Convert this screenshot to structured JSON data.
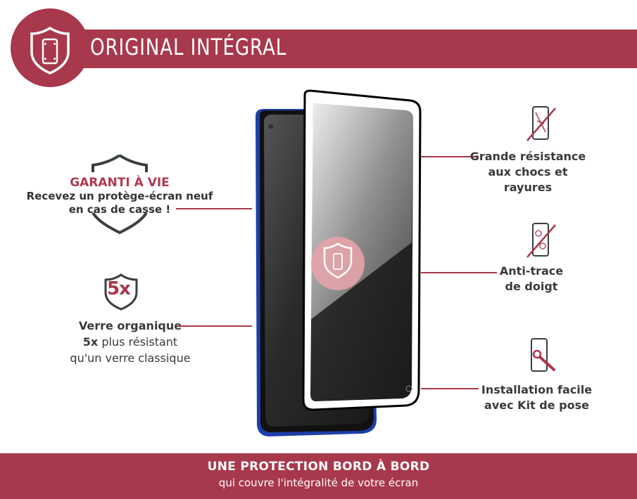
{
  "header": {
    "title": "ORIGINAL INTÉGRAL"
  },
  "guarantee": {
    "title": "GARANTI À VIE",
    "line1": "Recevez un protège-écran neuf",
    "line2": "en cas de casse !"
  },
  "organic": {
    "badge": "5x",
    "title": "Verre organique",
    "line2_bold": "5x",
    "line2_rest": " plus résistant",
    "line3": "qu'un verre classique"
  },
  "features": [
    {
      "line1": "Grande résistance",
      "line2": "aux chocs et rayures",
      "icon": "scratch-resistant-phone-icon"
    },
    {
      "line1": "Anti-trace",
      "line2": "de doigt",
      "icon": "fingerprint-phone-icon"
    },
    {
      "line1": "Installation facile",
      "line2": "avec Kit de pose",
      "icon": "wrench-phone-icon"
    }
  ],
  "footer": {
    "title": "UNE PROTECTION BORD À BORD",
    "subtitle": "qui couvre l'intégralité de votre écran"
  },
  "colors": {
    "accent": "#a8384b",
    "text": "#333333",
    "shield_dark": "#3a3f3f"
  }
}
